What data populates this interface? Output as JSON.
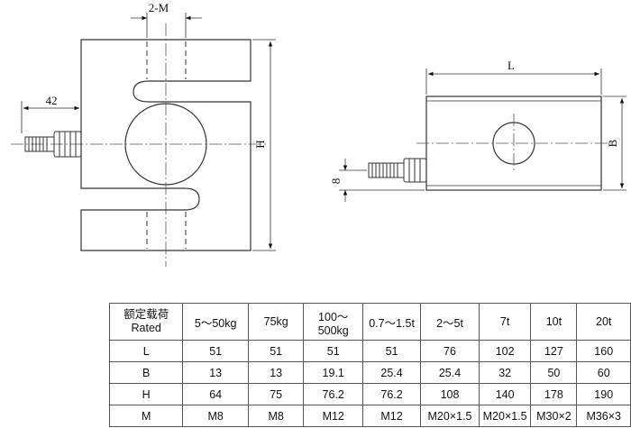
{
  "drawing": {
    "front_view": {
      "dim_thread": "2-M",
      "dim_offset": "42",
      "dim_height": "H"
    },
    "side_view": {
      "dim_length": "L",
      "dim_width": "B",
      "dim_offset": "8"
    }
  },
  "table": {
    "header_label_cn": "额定载荷",
    "header_label_en": "Rated",
    "columns": [
      "5～50kg",
      "75kg",
      "100～500kg",
      "0.7～1.5t",
      "2～5t",
      "7t",
      "10t",
      "20t"
    ],
    "rows": [
      {
        "label": "L",
        "values": [
          "51",
          "51",
          "51",
          "51",
          "76",
          "102",
          "127",
          "160"
        ]
      },
      {
        "label": "B",
        "values": [
          "13",
          "13",
          "19.1",
          "25.4",
          "25.4",
          "32",
          "50",
          "60"
        ]
      },
      {
        "label": "H",
        "values": [
          "64",
          "75",
          "76.2",
          "76.2",
          "108",
          "140",
          "178",
          "190"
        ]
      },
      {
        "label": "M",
        "values": [
          "M8",
          "M8",
          "M12",
          "M12",
          "M20×1.5",
          "M20×1.5",
          "M30×2",
          "M36×3"
        ]
      }
    ]
  }
}
